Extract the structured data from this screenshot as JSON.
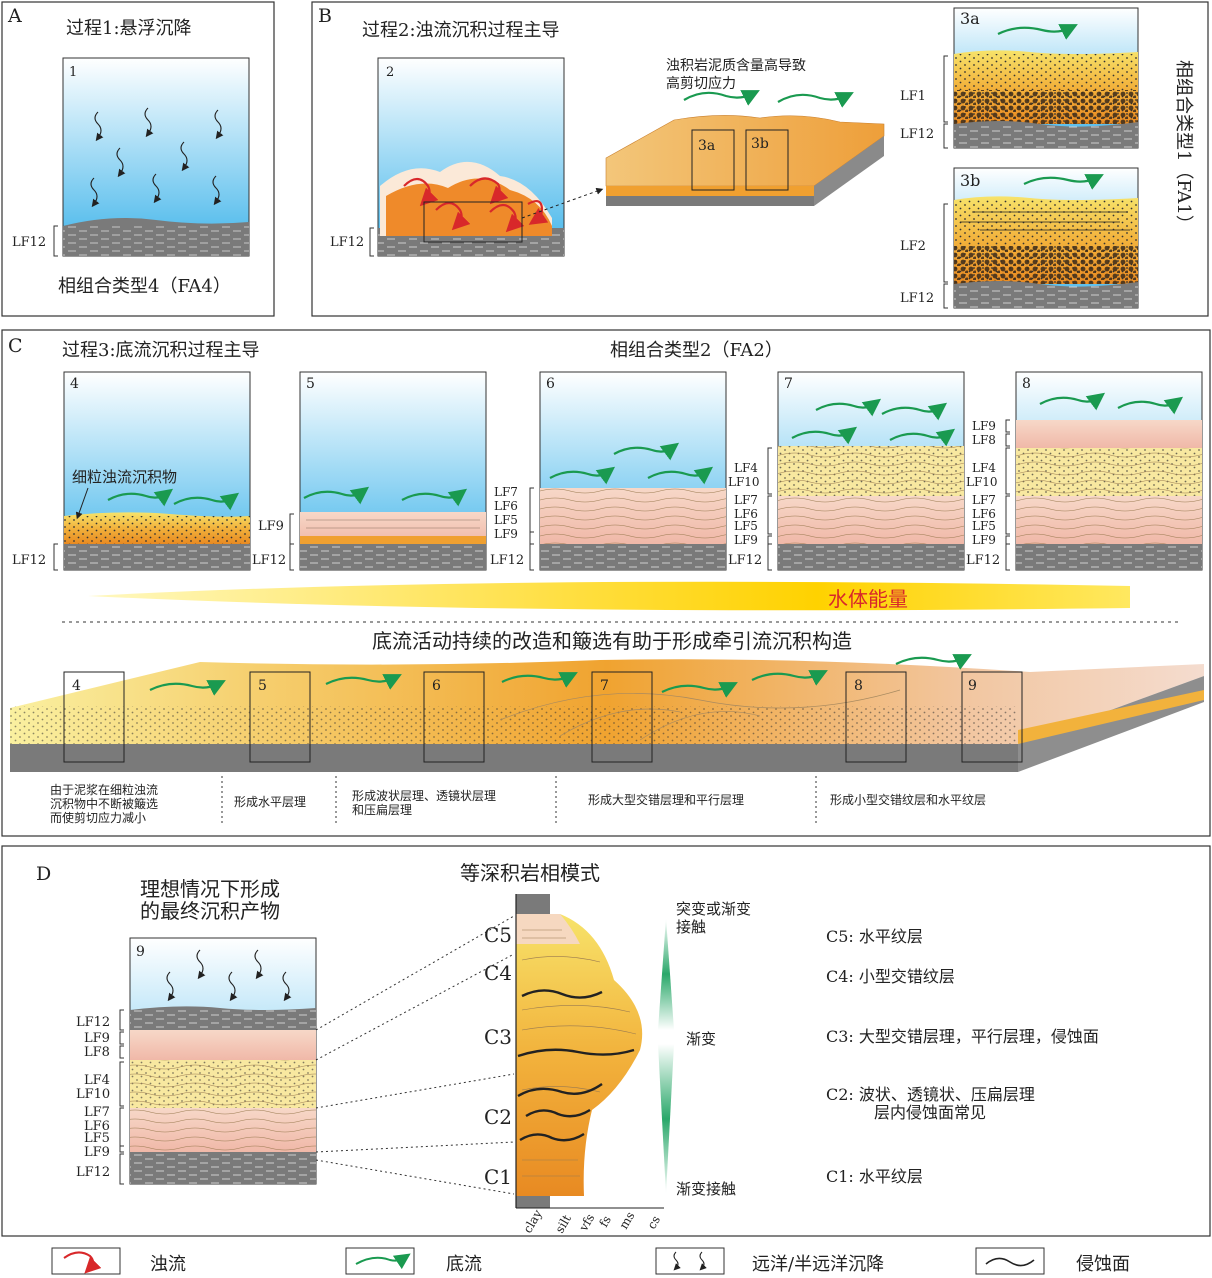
{
  "panels": {
    "A": {
      "letter": "A",
      "title": "过程1:悬浮沉降",
      "box": "1",
      "lf": "LF12",
      "caption": "相组合类型4（FA4）"
    },
    "B": {
      "letter": "B",
      "title": "过程2:浊流沉积过程主导",
      "box": "2",
      "lf": "LF12",
      "note1": "浊积岩泥质含量高导致",
      "note2": "高剪切应力",
      "s3a": "3a",
      "s3b": "3b",
      "lf1": "LF1",
      "lf12a": "LF12",
      "lf2": "LF2",
      "lf12b": "LF12",
      "side": "相组合类型1（FA1）"
    },
    "C": {
      "letter": "C",
      "title": "过程3:底流沉积过程主导",
      "caption": "相组合类型2（FA2）",
      "fine": "细粒浊流沉积物",
      "b4": "4",
      "b5": "5",
      "b6": "6",
      "b7": "7",
      "b8": "8",
      "lf12": "LF12",
      "lf9": "LF9",
      "lf7": "LF7",
      "lf6": "LF6",
      "lf5": "LF5",
      "lf4": "LF4",
      "lf10": "LF10",
      "lf8": "LF8",
      "energy": "水体能量",
      "rework": "底流活动持续的改造和簸选有助于形成牵引流沉积构造",
      "n9": "9",
      "d1a": "由于泥浆在细粒浊流",
      "d1b": "沉积物中不断被簸选",
      "d1c": "而使剪切应力减小",
      "d2": "形成水平层理",
      "d3a": "形成波状层理、透镜状层理",
      "d3b": "和压扁层理",
      "d4": "形成大型交错层理和平行层理",
      "d5": "形成小型交错纹层和水平纹层"
    },
    "D": {
      "letter": "D",
      "t1": "理想情况下形成",
      "t2": "的最终沉积产物",
      "box": "9",
      "model": "等深积岩相模式",
      "lfs": [
        "LF12",
        "LF9",
        "LF8",
        "LF4",
        "LF10",
        "LF7",
        "LF6",
        "LF5",
        "LF9",
        "LF12"
      ],
      "cs": [
        "C5",
        "C4",
        "C3",
        "C2",
        "C1"
      ],
      "grain": [
        "clay",
        "silt",
        "vfs",
        "fs",
        "ms",
        "cs"
      ],
      "contact_top1": "突变或渐变",
      "contact_top2": "接触",
      "grad": "渐变",
      "contact_bot": "渐变接触",
      "c5": "C5: 水平纹层",
      "c4": "C4: 小型交错纹层",
      "c3": "C3: 大型交错层理，平行层理，侵蚀面",
      "c2a": "C2: 波状、透镜状、压扁层理",
      "c2b": "层内侵蚀面常见",
      "c1": "C1: 水平纹层"
    }
  },
  "legend": [
    "浊流",
    "底流",
    "远洋/半远洋沉降",
    "侵蚀面"
  ],
  "colors": {
    "water": "#48b8ea",
    "mud": "#7a7a7a",
    "orange": "#f0a030",
    "pink": "#f2c0b0",
    "yellow": "#f7e07a",
    "green": "#1a9a50",
    "red": "#d8282a"
  }
}
